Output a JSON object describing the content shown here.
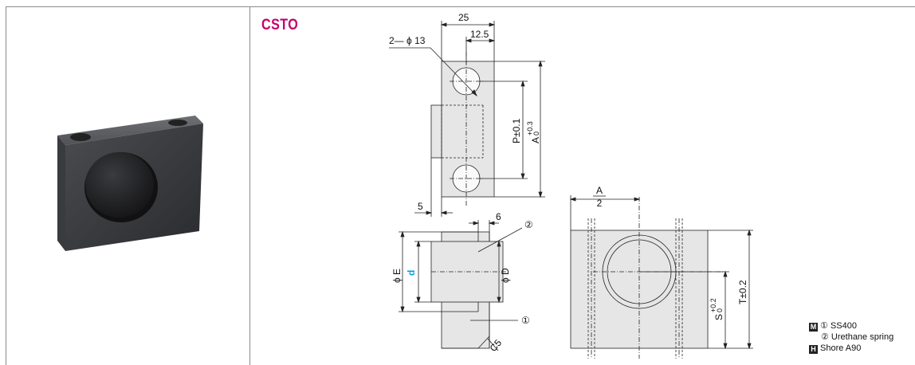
{
  "product": {
    "model_code": "CSTO"
  },
  "drawing": {
    "dims": {
      "width_25": "25",
      "half_12_5": "12.5",
      "holes": "2— ϕ 13",
      "pitch_p": "P±0.1",
      "length_a": "A",
      "length_a_tol": "+0.3",
      "length_a_tol_lo": "0",
      "offset_5": "5",
      "step_6": "6",
      "dia_e": "ϕ E",
      "dia_d_small": "d",
      "dia_d": "ϕ D",
      "half_a_num": "A",
      "half_a_den": "2",
      "height_s": "S",
      "height_s_tol": "+0.2",
      "height_s_tol_lo": "0",
      "height_t": "T±0.2",
      "chamfer": "C5",
      "part_1": "①",
      "part_2": "②"
    }
  },
  "spec": {
    "material_badge": "M",
    "material_1": "① SS400",
    "material_2": "② Urethane spring",
    "hardness_badge": "H",
    "hardness": "Shore A90"
  },
  "colors": {
    "model_code": "#c5006f",
    "d_label": "#00a0e0"
  }
}
